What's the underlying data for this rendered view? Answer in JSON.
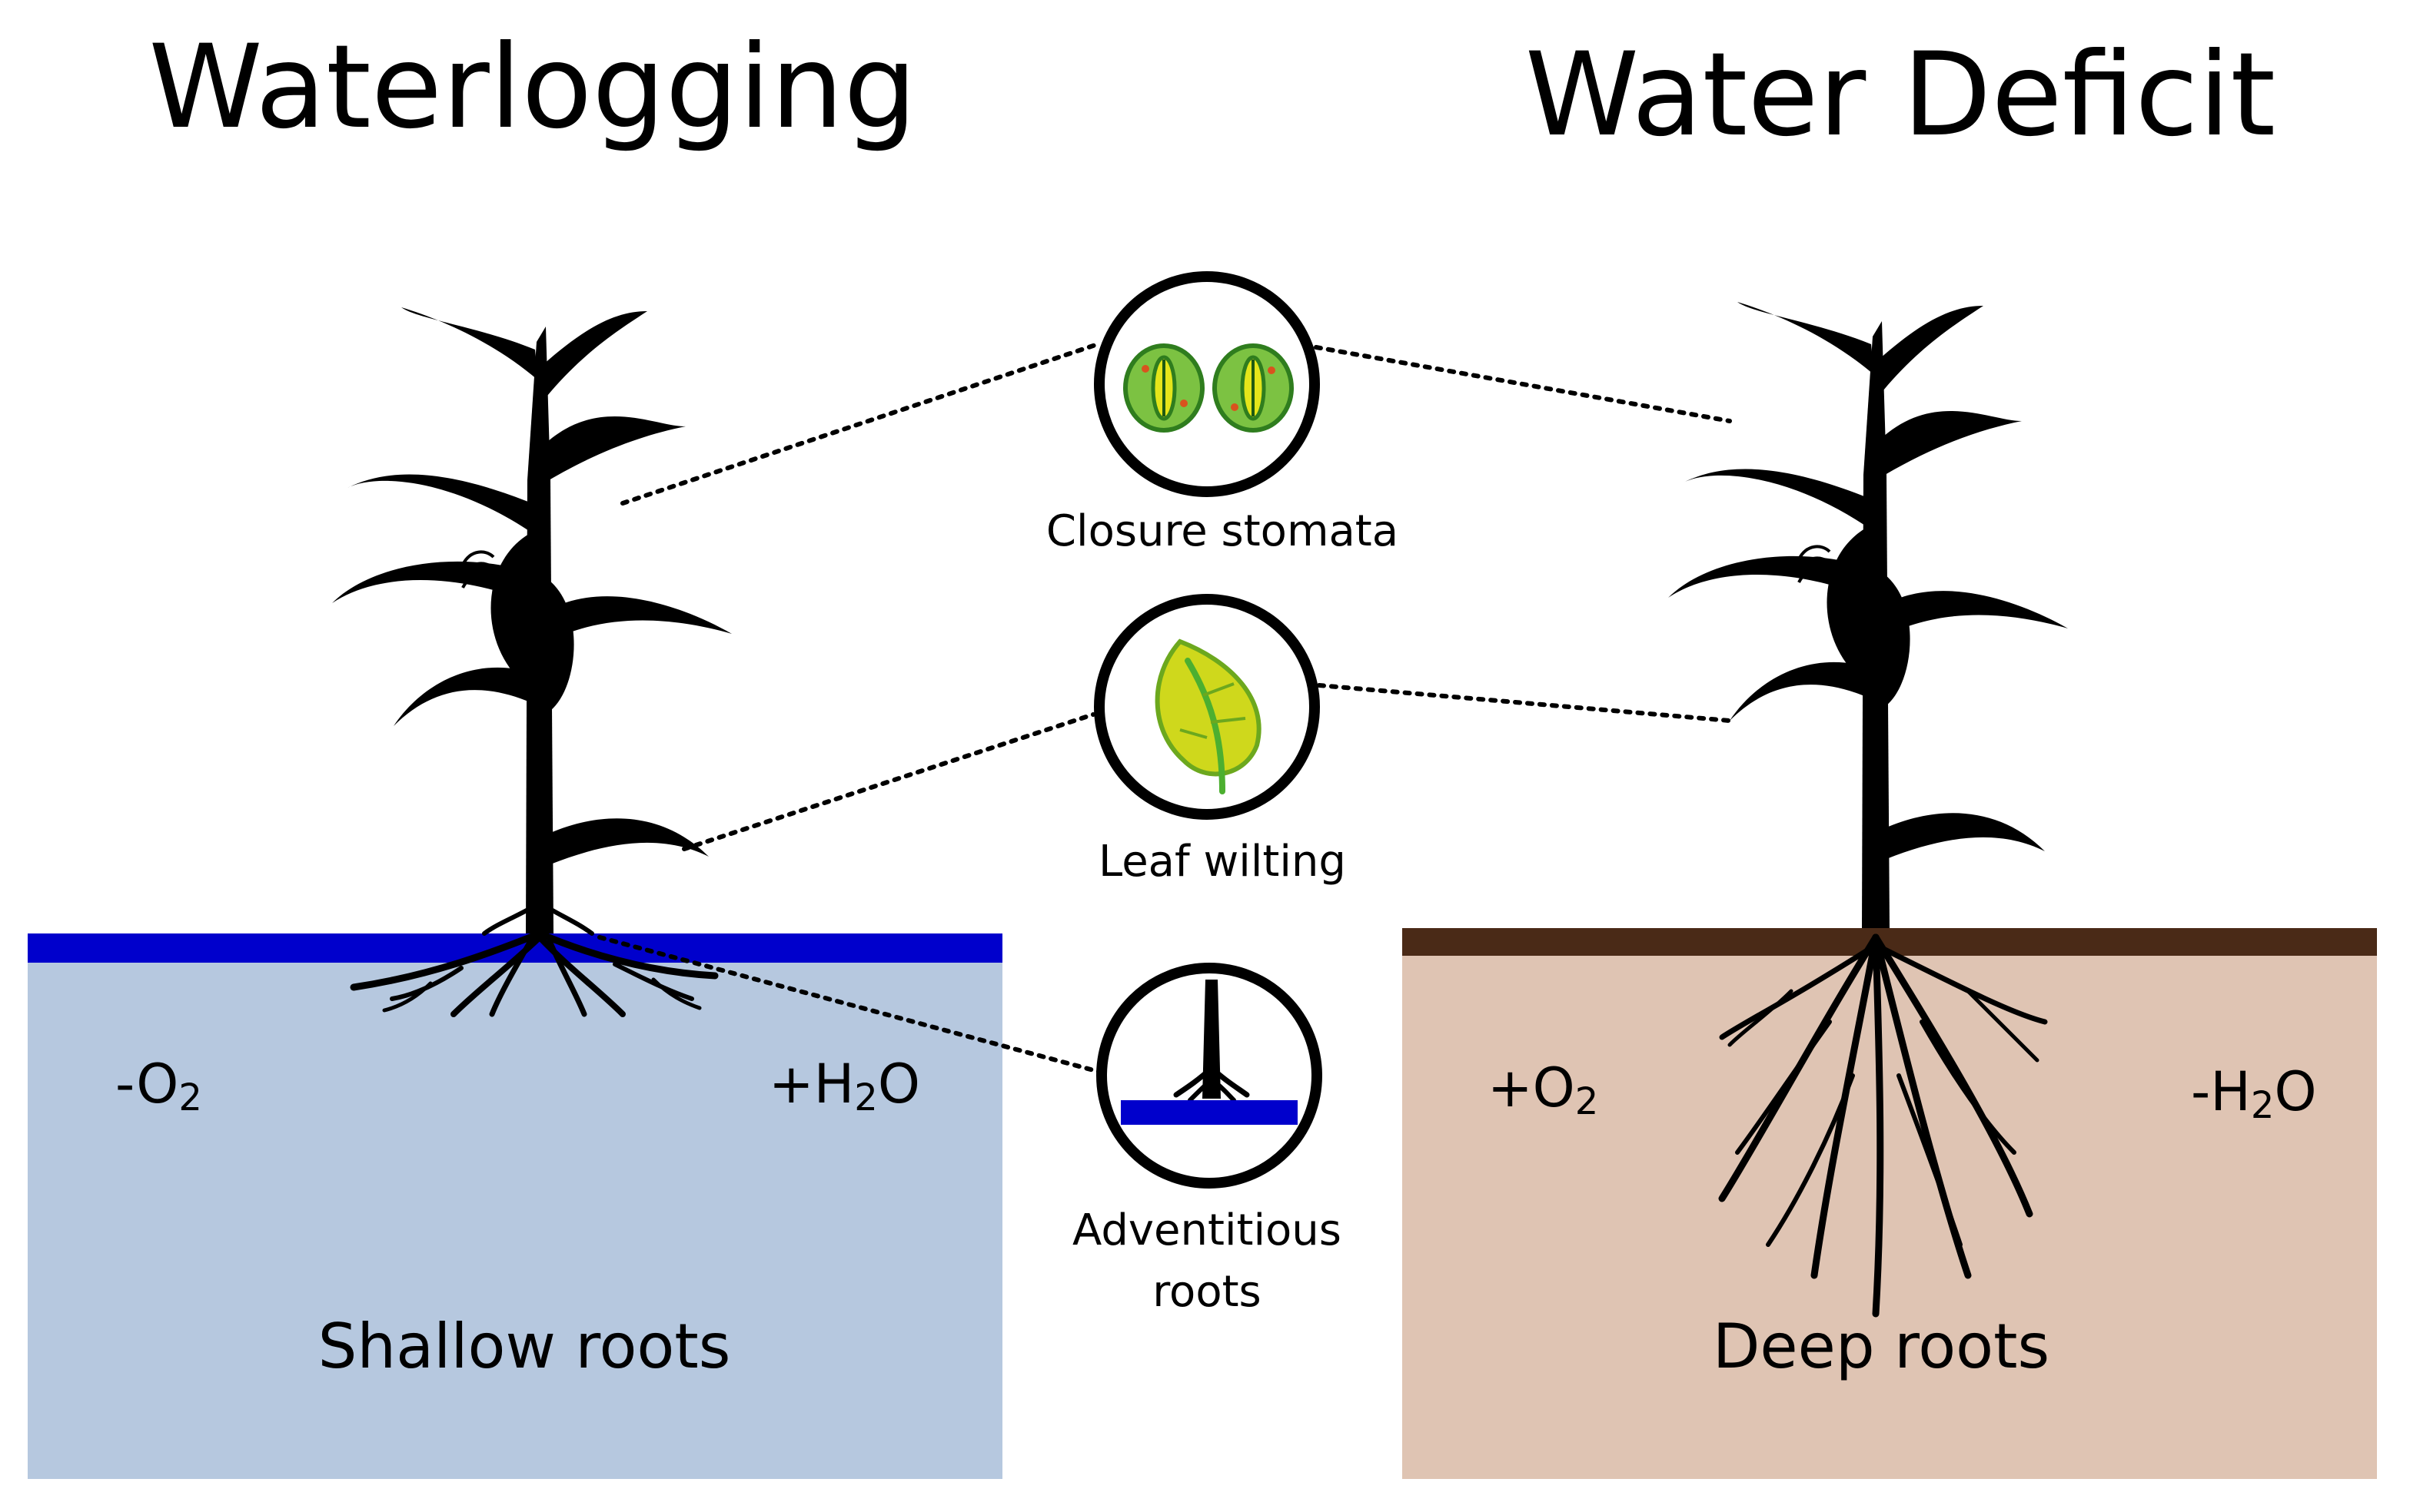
{
  "left_panel": {
    "title": "Waterlogging",
    "o2": "-O",
    "o2_sub": "2",
    "h2o_prefix": "+H",
    "h2o_sub": "2",
    "h2o_suffix": "O",
    "caption": "Shallow roots"
  },
  "right_panel": {
    "title": "Water Deficit",
    "o2": "+O",
    "o2_sub": "2",
    "h2o_prefix": "-H",
    "h2o_sub": "2",
    "h2o_suffix": "O",
    "caption": "Deep roots"
  },
  "responses": {
    "stomata": "Closure stomata",
    "wilting": "Leaf wilting",
    "adventitious_line1": "Adventitious",
    "adventitious_line2": "roots"
  },
  "colors": {
    "water_line": "#0000cc",
    "water_fill": "#b6c8df",
    "soil_line": "#4a2a17",
    "soil_fill": "#dfc4b3",
    "leaf_green": "#7cc242",
    "leaf_yellow": "#e5e51a"
  }
}
